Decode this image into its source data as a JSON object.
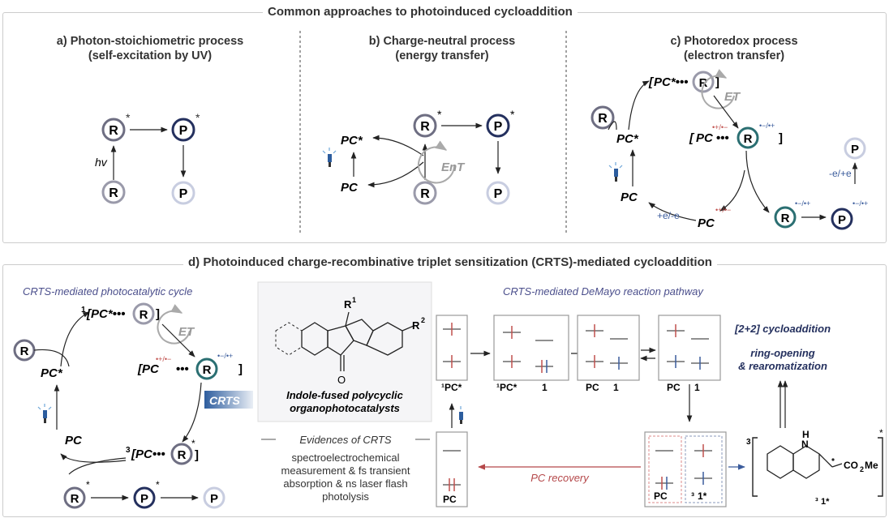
{
  "top": {
    "title": "Common approaches to photoinduced cycloaddition",
    "panel_a": {
      "title_line1": "a) Photon-stoichiometric process",
      "title_line2": "(self-excitation by UV)",
      "hv": "hv"
    },
    "panel_b": {
      "title_line1": "b) Charge-neutral process",
      "title_line2": "(energy transfer)",
      "ent": "EnT"
    },
    "panel_c": {
      "title_line1": "c) Photoredox process",
      "title_line2": "(electron transfer)",
      "et": "ET",
      "plus_e_minus_e": "+e/-e",
      "minus_e_plus_e": "-e/+e"
    }
  },
  "bottom": {
    "title": "d) Photoinduced charge-recombinative triplet sensitization (CRTS)-mediated cycloaddition",
    "cycle_title": "CRTS-mediated photocatalytic cycle",
    "pathway_title": "CRTS-mediated DeMayo reaction pathway",
    "catalyst_label_line1": "Indole-fused polycyclic",
    "catalyst_label_line2": "organophotocatalysts",
    "crts_badge": "CRTS",
    "et": "ET",
    "evidences_title": "Evidences of CRTS",
    "evidences_line1": "spectroelectrochemical",
    "evidences_line2": "measurement & fs transient",
    "evidences_line3": "absorption & ns laser flash",
    "evidences_line4": "photolysis",
    "pc_recovery": "PC recovery",
    "result_line1": "[2+2] cycloaddition",
    "result_line2": "ring-opening",
    "result_line3": "& rearomatization",
    "co2me": "CO",
    "co2me_sub": "2",
    "co2me_tail": "Me",
    "nh": "N",
    "h": "H"
  },
  "labels": {
    "R": "R",
    "P": "P",
    "PC": "PC",
    "PC_star": "PC*",
    "one": "1",
    "three": "3",
    "R1": "R",
    "R2": "R",
    "O": "O",
    "triplet_1star": "1*"
  },
  "colors": {
    "red": "#c0504d",
    "blue": "#3b5c9c",
    "navy": "#24305e",
    "gray_ring": "#9a9aaa",
    "teal": "#2b6f72",
    "light_ring": "#b8bfd8"
  }
}
